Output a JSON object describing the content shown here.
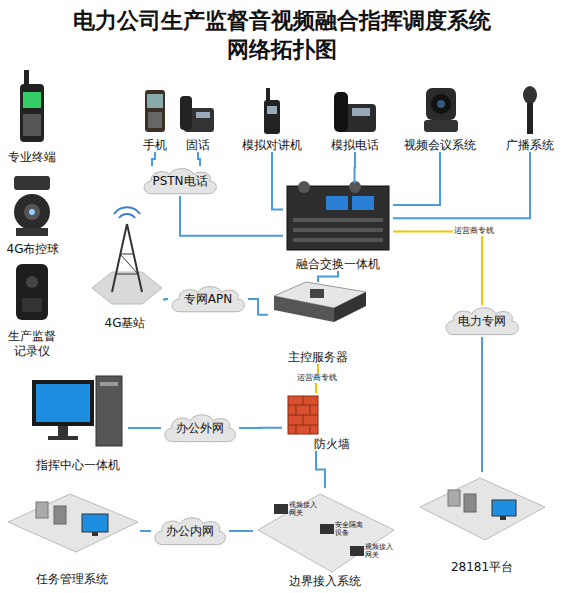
{
  "diagram": {
    "title": "电力公司生产监督音视频融合指挥调度系统 网络拓扑图",
    "nodes": [
      {
        "text": [
          "专业终端"
        ]
      },
      {
        "text": [
          "4G布控球"
        ]
      },
      {
        "text": [
          "生产监督记录仪"
        ]
      },
      {
        "text": [
          "手机"
        ]
      },
      {
        "text": [
          "固话"
        ]
      },
      {
        "text": [
          "模拟对讲机"
        ]
      },
      {
        "text": [
          "模拟电话"
        ]
      },
      {
        "text": [
          "视频会议系统"
        ]
      },
      {
        "text": [
          "广播系统"
        ]
      },
      {
        "text": [
          "PSTN电话"
        ]
      },
      {
        "text": [
          "融合交换一体机"
        ]
      },
      {
        "text": [
          "4G基站"
        ]
      },
      {
        "text": [
          "专网APN"
        ]
      },
      {
        "text": [
          "主控服务器"
        ]
      },
      {
        "text": [
          "电力专网"
        ]
      },
      {
        "text": [
          "指挥中心一体机"
        ]
      },
      {
        "text": [
          "办公外网"
        ]
      },
      {
        "text": [
          "防火墙"
        ]
      },
      {
        "text": [
          "任务管理系统"
        ]
      },
      {
        "text": [
          "办公内网"
        ]
      },
      {
        "text": [
          "边界接入系统"
        ]
      },
      {
        "text": [
          "视频接入网关"
        ],
        "in": 20
      },
      {
        "text": [
          "安全隔离设备"
        ],
        "in": 20
      },
      {
        "text": [
          "视频接入网关"
        ],
        "in": 20
      },
      {
        "text": [
          "28181平台"
        ]
      }
    ],
    "edges": [
      {
        "from": 3,
        "to": 9,
        "arrow": "none"
      },
      {
        "from": 4,
        "to": 9,
        "arrow": "none"
      },
      {
        "from": 9,
        "to": 10,
        "arrow": "none"
      },
      {
        "from": 5,
        "to": 10,
        "arrow": "none"
      },
      {
        "from": 6,
        "to": 10,
        "arrow": "none"
      },
      {
        "from": 7,
        "to": 10,
        "arrow": "none"
      },
      {
        "from": 8,
        "to": 10,
        "arrow": "none"
      },
      {
        "from": 10,
        "to": 14,
        "label": "运营商专线",
        "arrow": "none"
      },
      {
        "from": 14,
        "to": 24,
        "arrow": "none"
      },
      {
        "from": 10,
        "to": 13,
        "arrow": "none"
      },
      {
        "from": 11,
        "to": 12,
        "arrow": "none"
      },
      {
        "from": 12,
        "to": 13,
        "arrow": "none"
      },
      {
        "from": 13,
        "to": 17,
        "label": "运营商专线",
        "arrow": "none"
      },
      {
        "from": 17,
        "to": 16,
        "arrow": "none"
      },
      {
        "from": 16,
        "to": 15,
        "arrow": "none"
      },
      {
        "from": 17,
        "to": 20,
        "arrow": "none"
      },
      {
        "from": 20,
        "to": 19,
        "arrow": "none"
      },
      {
        "from": 19,
        "to": 18,
        "arrow": "none"
      }
    ]
  }
}
